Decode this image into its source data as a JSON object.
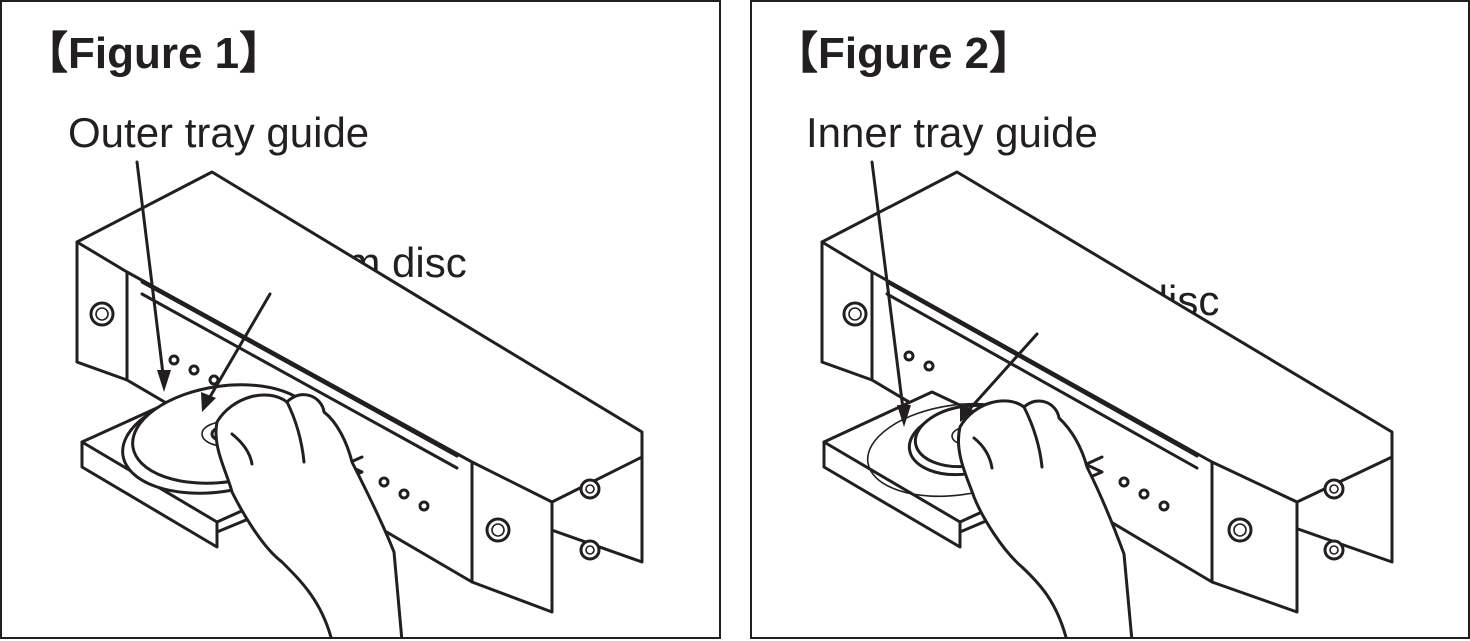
{
  "figures": [
    {
      "title": "【Figure 1】",
      "guide_label": "Outer tray guide",
      "disc_label": "12 cm disc"
    },
    {
      "title": "【Figure 2】",
      "guide_label": "Inner tray guide",
      "disc_label": "8 cm disc"
    }
  ],
  "colors": {
    "line": "#231f20",
    "background": "#ffffff"
  }
}
